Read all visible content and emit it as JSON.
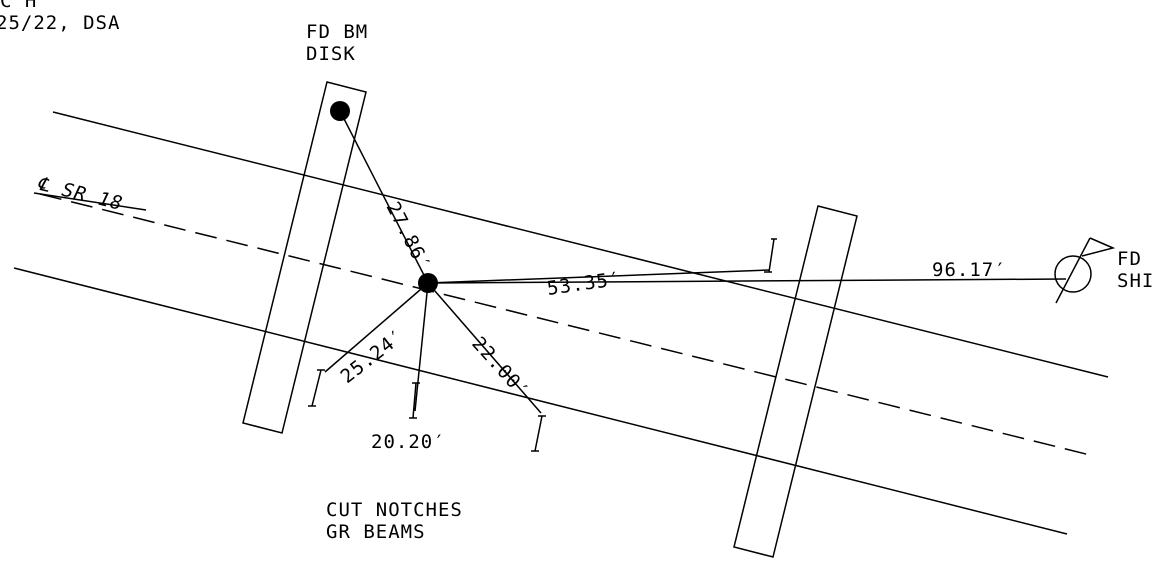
{
  "header": {
    "line1": "C  H",
    "line2": "25/22, DSA"
  },
  "monument": {
    "line1": "FD BM",
    "line2": "DISK"
  },
  "centerline_label": "℄ SR 18",
  "distances": {
    "to_disk": "27.86′",
    "to_notch_right": "53.35′",
    "to_shiner": "96.17′",
    "to_notch_left": "25.24′",
    "to_notch_lower_right": "22.00′",
    "to_notch_bottom": "20.20′"
  },
  "shiner": {
    "line1": "FD",
    "line2": "SHI"
  },
  "notes": {
    "line1": "CUT NOTCHES",
    "line2": "GR BEAMS"
  }
}
